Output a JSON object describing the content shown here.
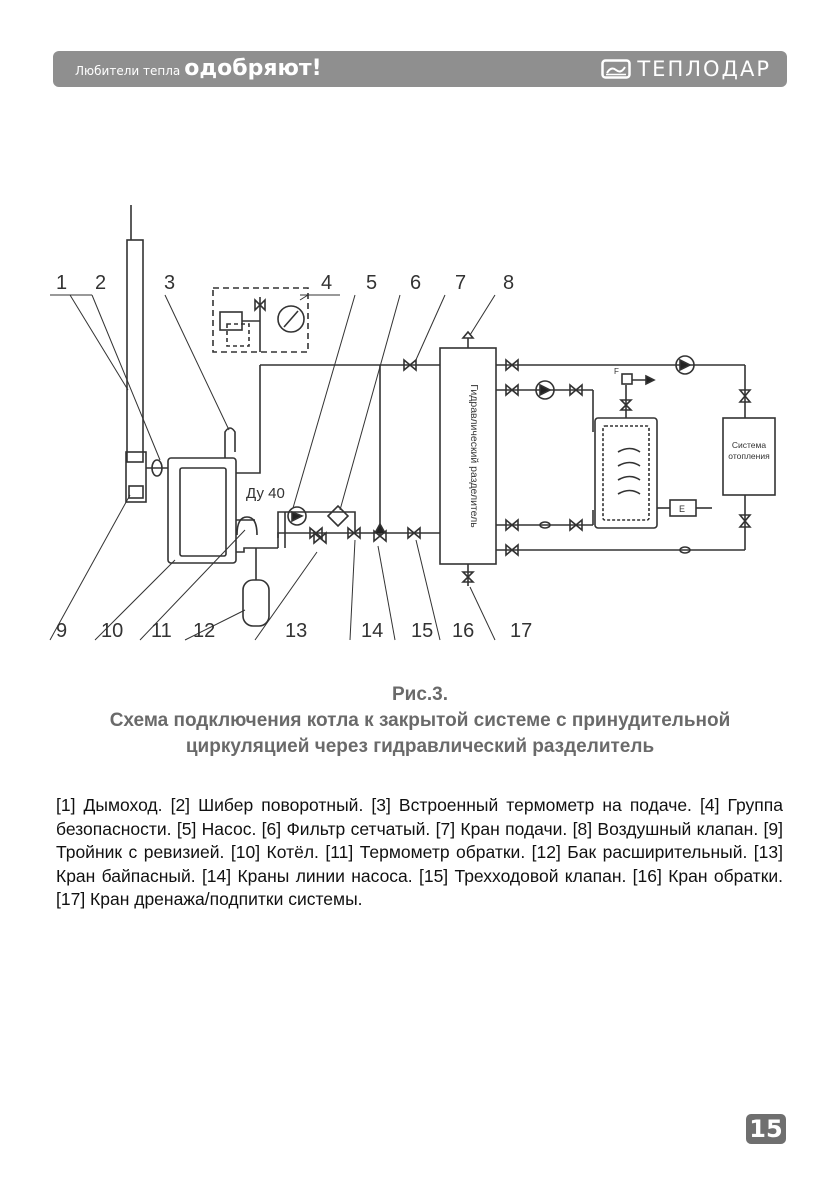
{
  "header": {
    "tagline_small": "Любители тепла",
    "tagline_big": "одобряют!",
    "brand": "ТЕПЛОДАР",
    "brand_icon": "teplodar-logo-icon"
  },
  "diagram": {
    "callouts_top": [
      "1",
      "2",
      "3",
      "4",
      "5",
      "6",
      "7",
      "8"
    ],
    "callouts_bottom": [
      "9",
      "10",
      "11",
      "12",
      "13",
      "14",
      "15",
      "16",
      "17"
    ],
    "pipe_label": "Ду 40",
    "separator_label": "Гидравлический разделитель",
    "heating_system_label": "Система отопления",
    "heater_label": "E",
    "valve_label": "F"
  },
  "caption": {
    "label": "Рис.3.",
    "title": "Схема подключения котла к закрытой системе с принудительной циркуляцией через гидравлический разделитель"
  },
  "legend": "[1] Дымоход. [2] Шибер поворотный. [3] Встроенный термометр на подаче. [4] Группа безопасности. [5] Насос. [6] Фильтр сетчатый. [7] Кран подачи. [8] Воздушный клапан. [9] Тройник с ревизией. [10] Котёл. [11] Термометр обратки. [12] Бак расширительный. [13] Кран байпасный. [14] Краны линии насоса. [15] Трехходовой клапан. [16] Кран обратки. [17] Кран дренажа/подпитки системы.",
  "page_number": "15"
}
